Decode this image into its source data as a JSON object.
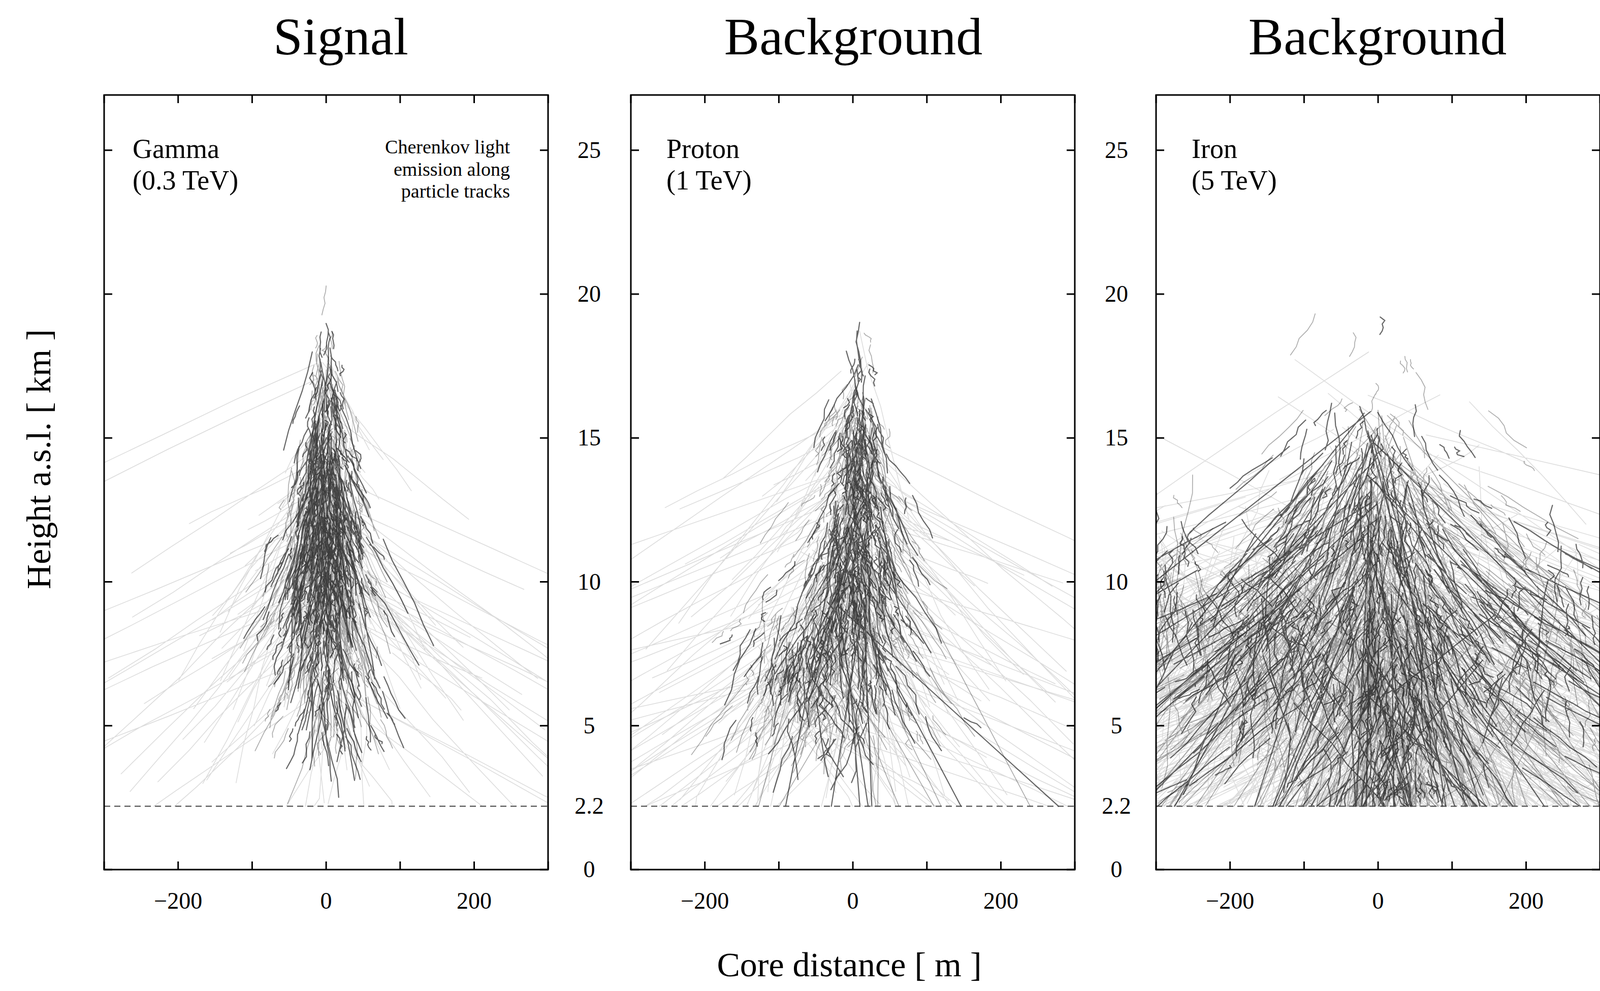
{
  "diagram": {
    "labels": [
      "Signal",
      "Background",
      "Background",
      "Gamma (0.3 TeV)",
      "Cherenkov light emission along particle tracks",
      "Proton (1 TeV)",
      "Iron (5 TeV)",
      "Height a.s.l. [ km ]",
      "25",
      "20",
      "15",
      "10",
      "5",
      "2.2",
      "0",
      "25",
      "20",
      "15",
      "10",
      "5",
      "2.2",
      "0",
      "−200",
      "0",
      "200",
      "−200",
      "0",
      "200",
      "−200",
      "0",
      "200",
      "Core distance [ m ]"
    ]
  }
}
